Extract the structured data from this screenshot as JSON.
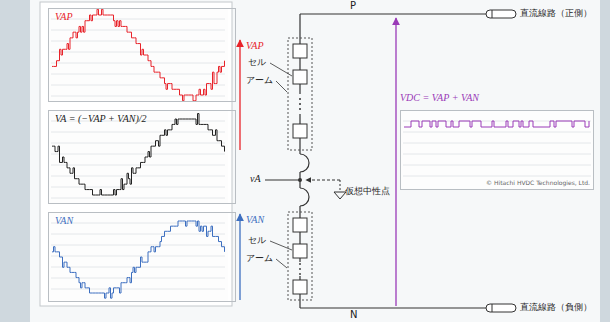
{
  "diagram": {
    "nodes": [
      {
        "text": [
          "VAP"
        ]
      },
      {
        "text": [
          "VA = (−VAP + VAN)/2"
        ]
      },
      {
        "text": [
          "VAN"
        ]
      },
      {
        "text": [
          "© Hitachi HVDC Technologies, Ltd."
        ]
      }
    ],
    "labels": [
      "VAP",
      "セル",
      "アーム",
      "P",
      "vA",
      "仮想中性点",
      "VAN",
      "セル",
      "アーム",
      "N",
      "直流線路（正側）",
      "直流線路（負側）",
      "VDC = VAP + VAN"
    ]
  }
}
